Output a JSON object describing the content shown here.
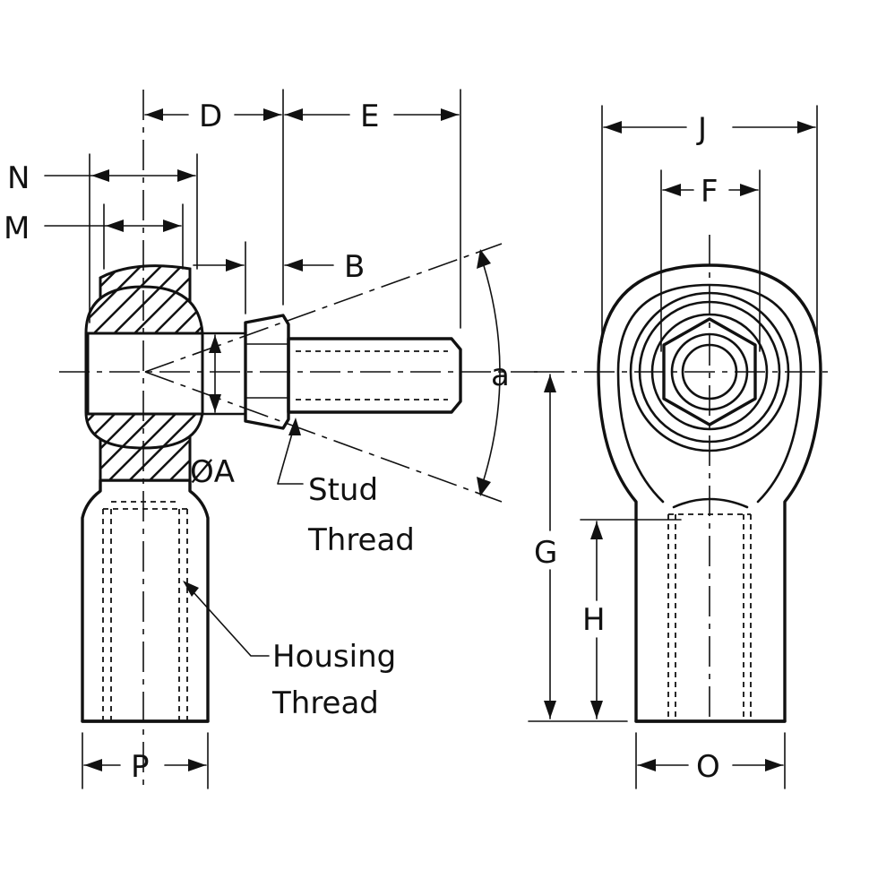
{
  "figure": {
    "subject": "rod-end-bearing-dimensions",
    "labels": {
      "D": "D",
      "E": "E",
      "N": "N",
      "M": "M",
      "B": "B",
      "A": "ØA",
      "alpha": "a",
      "J": "J",
      "F": "F",
      "G": "G",
      "H": "H",
      "P": "P",
      "O": "O"
    },
    "callouts": {
      "stud_line1": "Stud",
      "stud_line2": "Thread",
      "housing_line1": "Housing",
      "housing_line2": "Thread"
    }
  },
  "colors": {
    "ink": "#111111",
    "background": "#ffffff"
  }
}
